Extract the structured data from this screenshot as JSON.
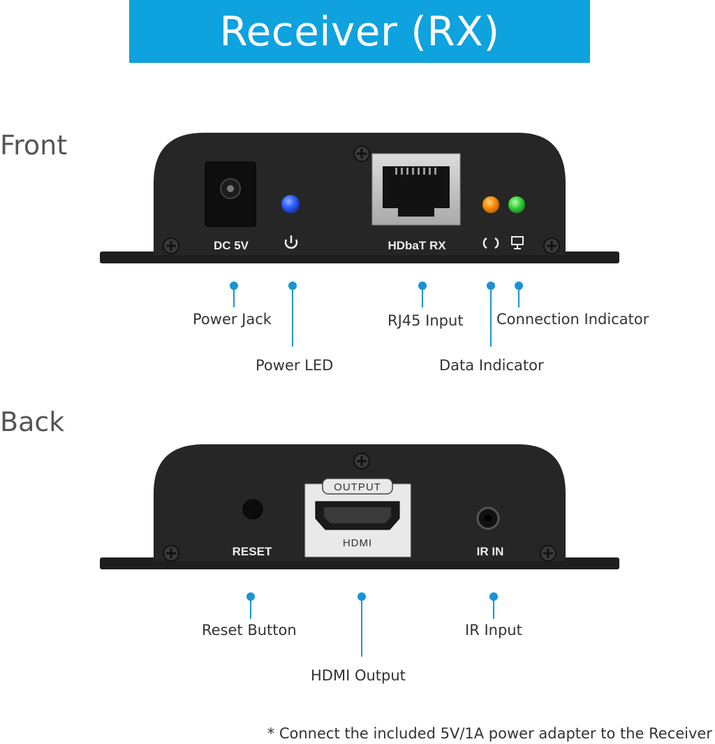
{
  "header": {
    "title": "Receiver (RX)"
  },
  "colors": {
    "banner": "#0ea2df",
    "callout": "#1a93d6",
    "power_led": "#2a5cff",
    "data_led": "#ff8c00",
    "link_led": "#36d13a"
  },
  "front": {
    "title": "Front",
    "panel_labels": {
      "dc": "DC 5V",
      "hdbt": "HDbaT RX"
    },
    "icons": [
      "power-icon",
      "data-sync-icon",
      "network-link-icon"
    ],
    "callouts": [
      {
        "label": "Power Jack"
      },
      {
        "label": "Power LED"
      },
      {
        "label": "RJ45 Input"
      },
      {
        "label": "Data Indicator"
      },
      {
        "label": "Connection Indicator"
      }
    ]
  },
  "back": {
    "title": "Back",
    "panel_labels": {
      "reset": "RESET",
      "output": "OUTPUT",
      "hdmi": "HDMI",
      "ir": "IR IN"
    },
    "callouts": [
      {
        "label": "Reset Button"
      },
      {
        "label": "HDMI Output"
      },
      {
        "label": "IR Input"
      }
    ]
  },
  "footnote": "* Connect the included 5V/1A power adapter to the Receiver"
}
